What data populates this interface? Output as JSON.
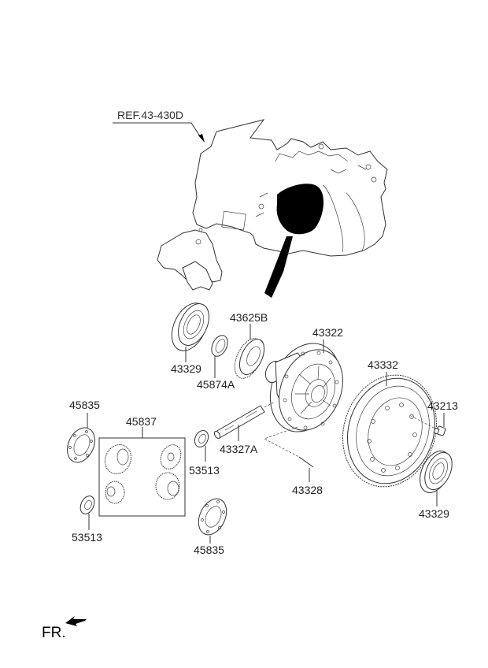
{
  "reference": {
    "label": "REF.43-430D"
  },
  "direction": {
    "label": "FR."
  },
  "parts": [
    {
      "id": "p1",
      "number": "43329"
    },
    {
      "id": "p2",
      "number": "45874A"
    },
    {
      "id": "p3",
      "number": "43625B"
    },
    {
      "id": "p4",
      "number": "43322"
    },
    {
      "id": "p5",
      "number": "43332"
    },
    {
      "id": "p6",
      "number": "43213"
    },
    {
      "id": "p7",
      "number": "43329"
    },
    {
      "id": "p8",
      "number": "45835"
    },
    {
      "id": "p9",
      "number": "45837"
    },
    {
      "id": "p10",
      "number": "53513"
    },
    {
      "id": "p11",
      "number": "43327A"
    },
    {
      "id": "p12",
      "number": "53513"
    },
    {
      "id": "p13",
      "number": "43328"
    },
    {
      "id": "p14",
      "number": "45835"
    }
  ]
}
